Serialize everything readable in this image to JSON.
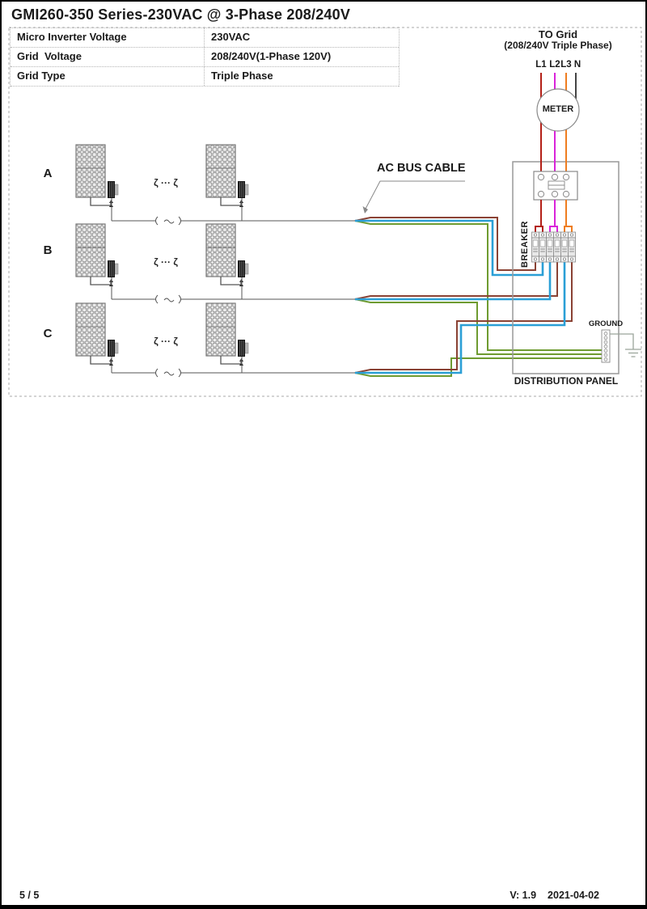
{
  "page": {
    "title": "GMI260-350 Series-230VAC @ 3-Phase 208/240V",
    "footer_page": "5 / 5",
    "footer_version": "V: 1.9",
    "footer_date": "2021-04-02"
  },
  "spec_table": {
    "rows": [
      {
        "label": "Micro Inverter Voltage",
        "value": "230VAC"
      },
      {
        "label": "Grid  Voltage",
        "value": "208/240V(1-Phase 120V)"
      },
      {
        "label": "Grid Type",
        "value": "Triple Phase"
      }
    ]
  },
  "diagram": {
    "grid_label_line1": "TO Grid",
    "grid_label_line2": "(208/240V Triple Phase)",
    "phase_labels": [
      "L1",
      "L2",
      "L3",
      "N"
    ],
    "meter_label": "METER",
    "breaker_label": "BREAKER",
    "ground_label": "GROUND",
    "distribution_panel_label": "DISTRIBUTION PANEL",
    "bus_cable_label": "AC BUS CABLE",
    "row_labels": [
      "A",
      "B",
      "C"
    ],
    "continuation_mark": "ζ ··· ζ",
    "colors": {
      "phase_l1": "#b32017",
      "phase_l2": "#d923d9",
      "phase_l3": "#ef7d1f",
      "neutral_top": "#444444",
      "bus_line": "#8a4234",
      "bus_neutral": "#2b9fd6",
      "bus_ground": "#6e9b30",
      "symbol_outline": "#888888",
      "earth_link": "#9aa49a"
    }
  }
}
